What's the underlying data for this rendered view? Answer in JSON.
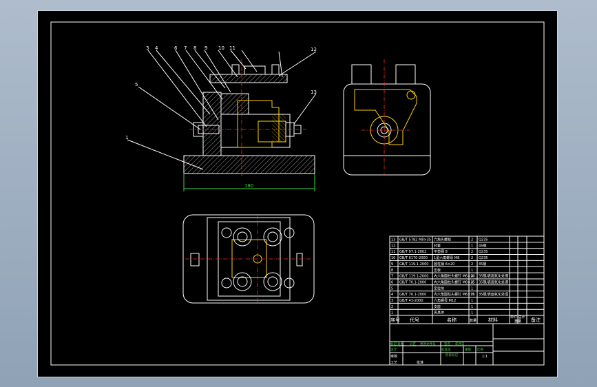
{
  "balloons": [
    "1",
    "3",
    "4",
    "5",
    "6",
    "7",
    "8",
    "9",
    "10",
    "11",
    "12",
    "13"
  ],
  "dimension_label": "180",
  "bom": {
    "headers": {
      "seq": "序号",
      "code": "代号",
      "name": "名称",
      "qty": "数量",
      "material": "材料",
      "unit_total": "单件 总计",
      "weight": "重量",
      "remark": "备注"
    },
    "rows": [
      {
        "no": "13",
        "code": "GB/T 5782 M8×35",
        "name": "六角头螺栓",
        "qty": "2",
        "material": "Q235"
      },
      {
        "no": "12",
        "code": "",
        "name": "衬套",
        "qty": "1",
        "material": "45钢"
      },
      {
        "no": "11",
        "code": "GB/T 97.1-2002",
        "name": "平垫圈 8",
        "qty": "2",
        "material": "Q235"
      },
      {
        "no": "10",
        "code": "GB/T 6170-2000",
        "name": "1型六角螺母 M8",
        "qty": "2",
        "material": "Q235"
      },
      {
        "no": "9",
        "code": "GB/T 119.1-2000",
        "name": "圆柱销 6×20",
        "qty": "2",
        "material": "45钢"
      },
      {
        "no": "8",
        "code": "",
        "name": "压板",
        "qty": "1",
        "material": ""
      },
      {
        "no": "7",
        "code": "GB/T 119.1-2000",
        "name": "内六角圆柱头螺钉 M6×20",
        "qty": "4",
        "material": "35钢/表面氧化处理"
      },
      {
        "no": "6",
        "code": "GB/T 70.1-2000",
        "name": "内六角圆柱头螺钉 M8×25",
        "qty": "4",
        "material": "35钢/表面氧化处理"
      },
      {
        "no": "5",
        "code": "",
        "name": "定位块",
        "qty": "1",
        "material": ""
      },
      {
        "no": "4",
        "code": "GB/T 70.1-2000",
        "name": "内六角圆柱头螺钉 M6×16",
        "qty": "2",
        "material": "35钢/表面氧化处理"
      },
      {
        "no": "3",
        "code": "GB/T 41-2000",
        "name": "六角螺母 M12",
        "qty": "1",
        "material": ""
      },
      {
        "no": "2",
        "code": "",
        "name": "支座",
        "qty": "1",
        "material": ""
      },
      {
        "no": "1",
        "code": "",
        "name": "夹具体",
        "qty": "1",
        "material": ""
      }
    ]
  },
  "title_block": {
    "green_labels": [
      "标记 处数",
      "分区",
      "更改文件号",
      "签名",
      "年月日",
      "设计",
      "标准化",
      "阶段标记",
      "重量",
      "比例"
    ],
    "white_labels": [
      "审核",
      "工艺",
      "批准"
    ],
    "scale": "1:1"
  }
}
